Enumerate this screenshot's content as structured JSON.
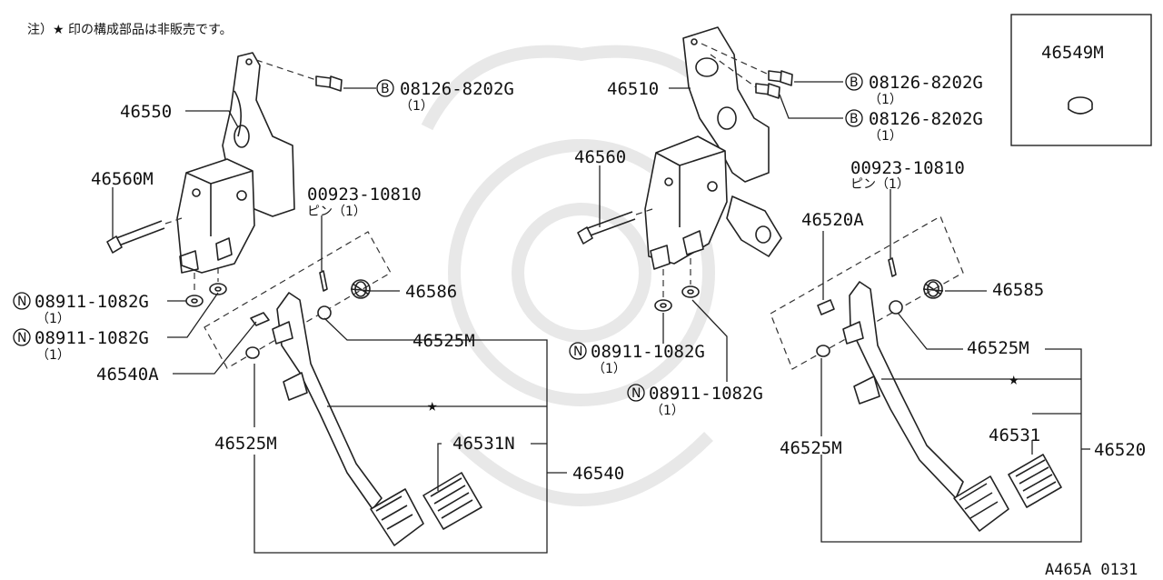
{
  "note": "注）★ 印の構成部品は非販売です。",
  "figure_code": "A465A 0131",
  "star": "★",
  "qty": "（1）",
  "pin_caption": "ピン（1）",
  "prefix_b": "B",
  "prefix_n": "N",
  "labels": {
    "p46550": "46550",
    "p46560M": "46560M",
    "p08126_l": "08126-8202G",
    "p00923_l": "00923-10810",
    "p08911_l1": "08911-1082G",
    "p08911_l2": "08911-1082G",
    "p46586": "46586",
    "p46525M_l1": "46525M",
    "p46540A": "46540A",
    "p46525M_l2": "46525M",
    "p46531N": "46531N",
    "p46540": "46540",
    "p46510": "46510",
    "p46560": "46560",
    "p08126_r1": "08126-8202G",
    "p08126_r2": "08126-8202G",
    "p46549M": "46549M",
    "p00923_r": "00923-10810",
    "p46520A": "46520A",
    "p46585": "46585",
    "p46525M_r1": "46525M",
    "p08911_r1": "08911-1082G",
    "p08911_r2": "08911-1082G",
    "p46525M_r2": "46525M",
    "p46531": "46531",
    "p46520": "46520"
  }
}
